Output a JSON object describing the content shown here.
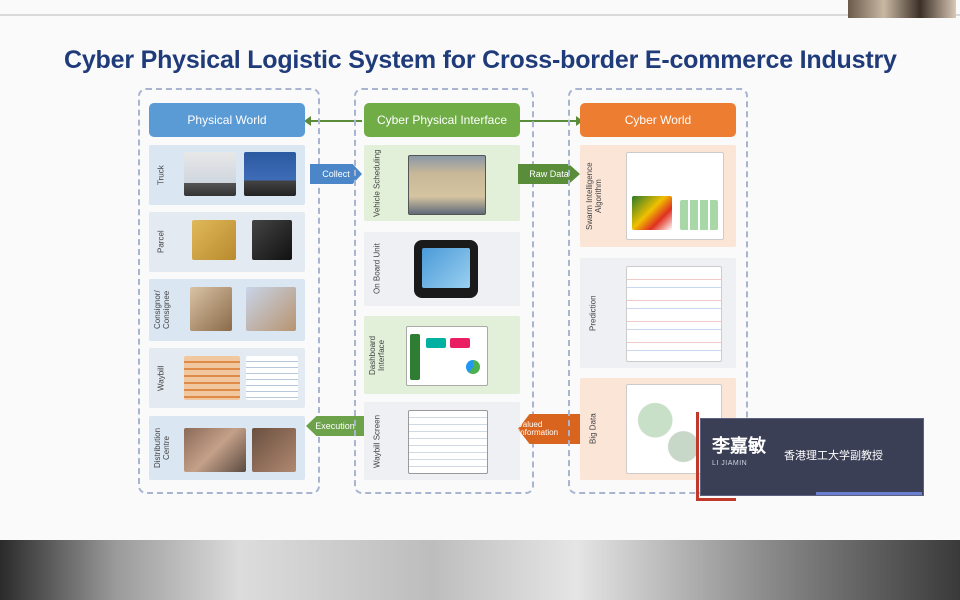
{
  "title": "Cyber Physical Logistic System for Cross-border E-commerce Industry",
  "physical": {
    "header": "Physical World",
    "rows": [
      {
        "label": "Truck"
      },
      {
        "label": "Parcel"
      },
      {
        "label": "Consignor/ Consignee"
      },
      {
        "label": "Waybill"
      },
      {
        "label": "Distribution Centre"
      }
    ]
  },
  "interface": {
    "header": "Cyber Physical Interface",
    "rows": [
      {
        "label": "Vehicle Scheduling"
      },
      {
        "label": "On Board Unit"
      },
      {
        "label": "Dashboard Interface"
      },
      {
        "label": "Waybill Screen"
      }
    ]
  },
  "cyber": {
    "header": "Cyber World",
    "rows": [
      {
        "label": "Swarm Intelligence Algorithm"
      },
      {
        "label": "Prediction"
      },
      {
        "label": "Big Data"
      }
    ]
  },
  "arrows": {
    "collect": "Collect",
    "raw_data": "Raw Data",
    "execution": "Execution",
    "valued_information": "Valued Information"
  },
  "speaker": {
    "name": "李嘉敏",
    "pinyin": "LI JIAMIN",
    "role": "香港理工大学副教授"
  },
  "colors": {
    "physical": "#5b9bd5",
    "interface": "#70ad47",
    "cyber": "#ed7d31",
    "title": "#1f3b7a"
  }
}
